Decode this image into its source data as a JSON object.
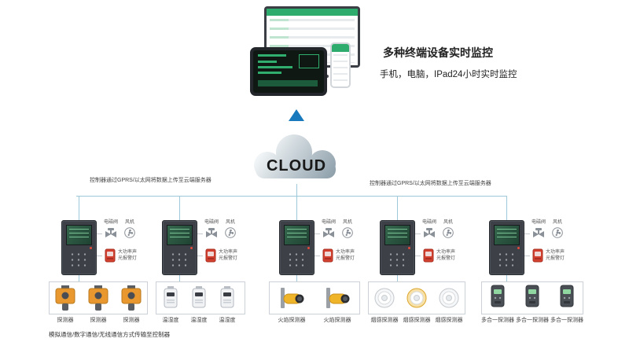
{
  "terminal_panel": {
    "title": "多种终端设备实时监控",
    "subtitle": "手机，电脑，IPad24小时实时监控"
  },
  "cloud": {
    "label": "CLOUD"
  },
  "links": {
    "left_note": "控制器通过GPRS/以太网将数据上传至云端服务器",
    "right_note": "控制器通过GPRS/以太网将数据上传至云端服务器"
  },
  "accessories": {
    "valve_label": "电磁阀",
    "fan_label": "风机",
    "alarm_label": "大功率声光报警灯"
  },
  "groups": [
    {
      "name": "gas-detectors",
      "labels": [
        "探测器",
        "探测器",
        "探测器"
      ]
    },
    {
      "name": "temp-humidity-sensors",
      "labels": [
        "温湿度",
        "温湿度",
        "温湿度"
      ]
    },
    {
      "name": "flame-detectors",
      "labels": [
        "火焰探测器",
        "火焰探测器"
      ]
    },
    {
      "name": "smoke-detectors",
      "labels": [
        "烟感探测器",
        "烟感探测器",
        "烟感探测器"
      ]
    },
    {
      "name": "multi-in-one-detectors",
      "labels": [
        "多合一探测器",
        "多合一探测器",
        "多合一探测器"
      ]
    }
  ],
  "bottom_note": "模拟通信/数字通信/无线通信方式传输至控制器",
  "colors": {
    "accent_blue": "#1879bd",
    "line_blue": "#9ec9db",
    "screen_green": "#2eac6d",
    "alarm_red": "#d4402f",
    "detector_orange": "#e8982f",
    "flame_yellow": "#f0b429",
    "cloud_grey": "#b9c5cc"
  },
  "icons": {
    "valve": "solenoid-valve-icon",
    "fan": "fan-icon",
    "alarm": "alarm-light-icon"
  }
}
